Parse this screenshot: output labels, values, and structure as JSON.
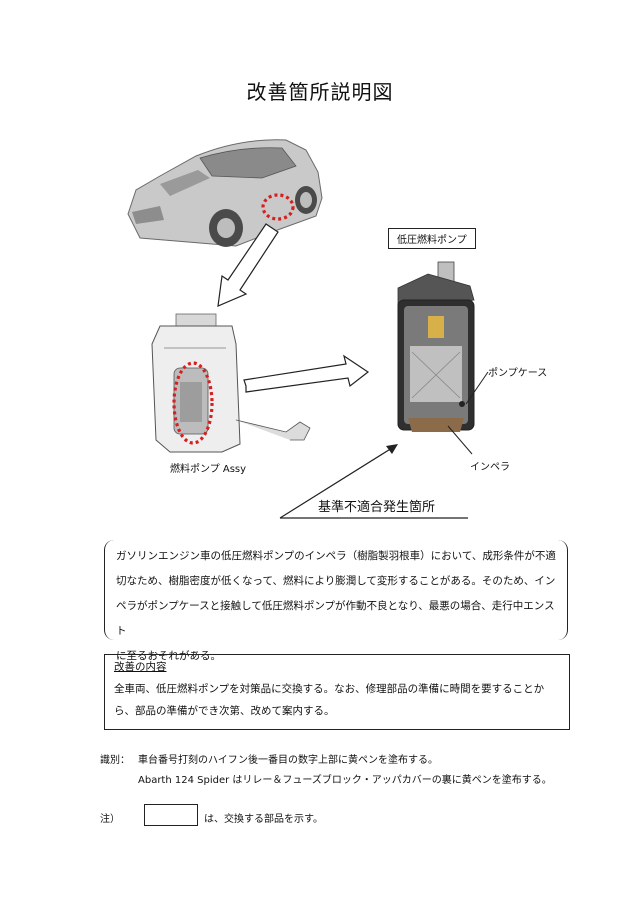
{
  "title": "改善箇所説明図",
  "labels": {
    "low_pressure_pump": "低圧燃料ポンプ",
    "pump_case": "ポンプケース",
    "impeller": "インペラ",
    "fuel_pump_assy": "燃料ポンプ Assy",
    "nonconformity": "基準不適合発生箇所"
  },
  "description": {
    "lines": [
      "ガソリンエンジン車の低圧燃料ポンプのインペラ（樹脂製羽根車）において、成形条件が不適",
      "切なため、樹脂密度が低くなって、燃料により膨潤して変形することがある。そのため、イン",
      "ペラがポンプケースと接触して低圧燃料ポンプが作動不良となり、最悪の場合、走行中エンスト",
      "に至るおそれがある。"
    ]
  },
  "improvement": {
    "heading": "改善の内容",
    "lines": [
      "全車両、低圧燃料ポンプを対策品に交換する。なお、修理部品の準備に時間を要することか",
      "ら、部品の準備ができ次第、改めて案内する。"
    ]
  },
  "identification": {
    "label": "識別：",
    "line1": "車台番号打刻のハイフン後一番目の数字上部に黄ペンを塗布する。",
    "line2": "Abarth 124 Spider はリレー＆フューズブロック・アッパカバーの裏に黄ペンを塗布する。"
  },
  "note": {
    "label": "注）",
    "text": "は、交換する部品を示す。"
  },
  "colors": {
    "highlight_circle": "#d42020",
    "line": "#222222"
  }
}
